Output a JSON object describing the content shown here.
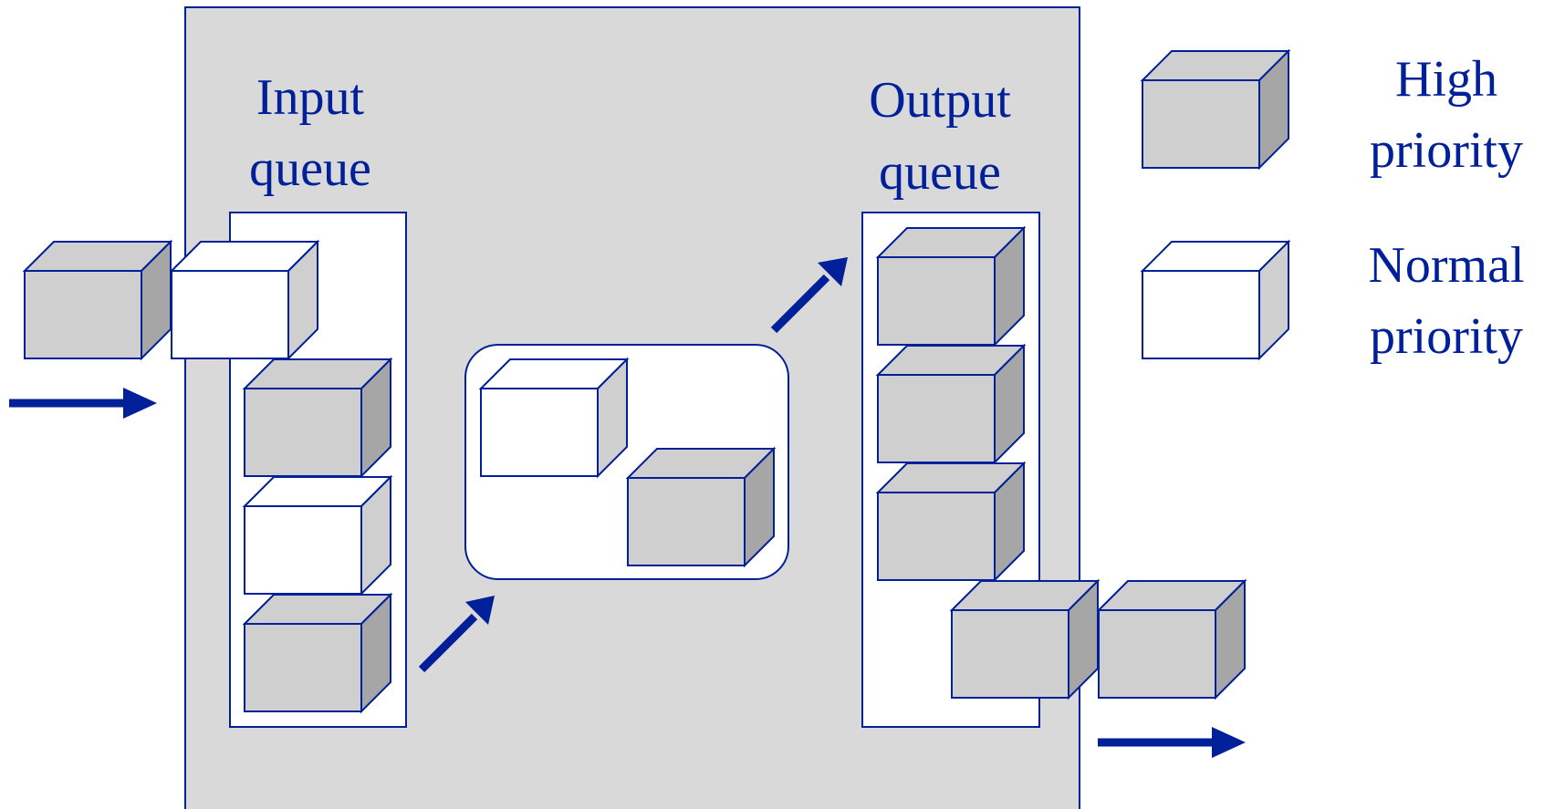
{
  "diagram": {
    "input_queue": {
      "title_line1": "Input",
      "title_line2": "queue",
      "stack_priorities": [
        "normal",
        "high",
        "normal",
        "high"
      ],
      "incoming_packet_priority": "high"
    },
    "processing": {
      "packet_priorities": [
        "normal",
        "high"
      ]
    },
    "output_queue": {
      "title_line1": "Output",
      "title_line2": "queue",
      "stack_priorities": [
        "high",
        "high",
        "high",
        "high"
      ],
      "outgoing_packet_priority": "high"
    },
    "legend": {
      "high": {
        "line1": "High",
        "line2": "priority"
      },
      "normal": {
        "line1": "Normal",
        "line2": "priority"
      }
    }
  },
  "colors": {
    "outline": "#00209a",
    "arrow": "#00209a",
    "router_bg": "#d9d9d9",
    "high_priority_front": "#cfcfcf",
    "high_priority_side": "#a6a6a6",
    "normal_priority_front": "#ffffff",
    "normal_priority_side": "#cfcfcf"
  }
}
